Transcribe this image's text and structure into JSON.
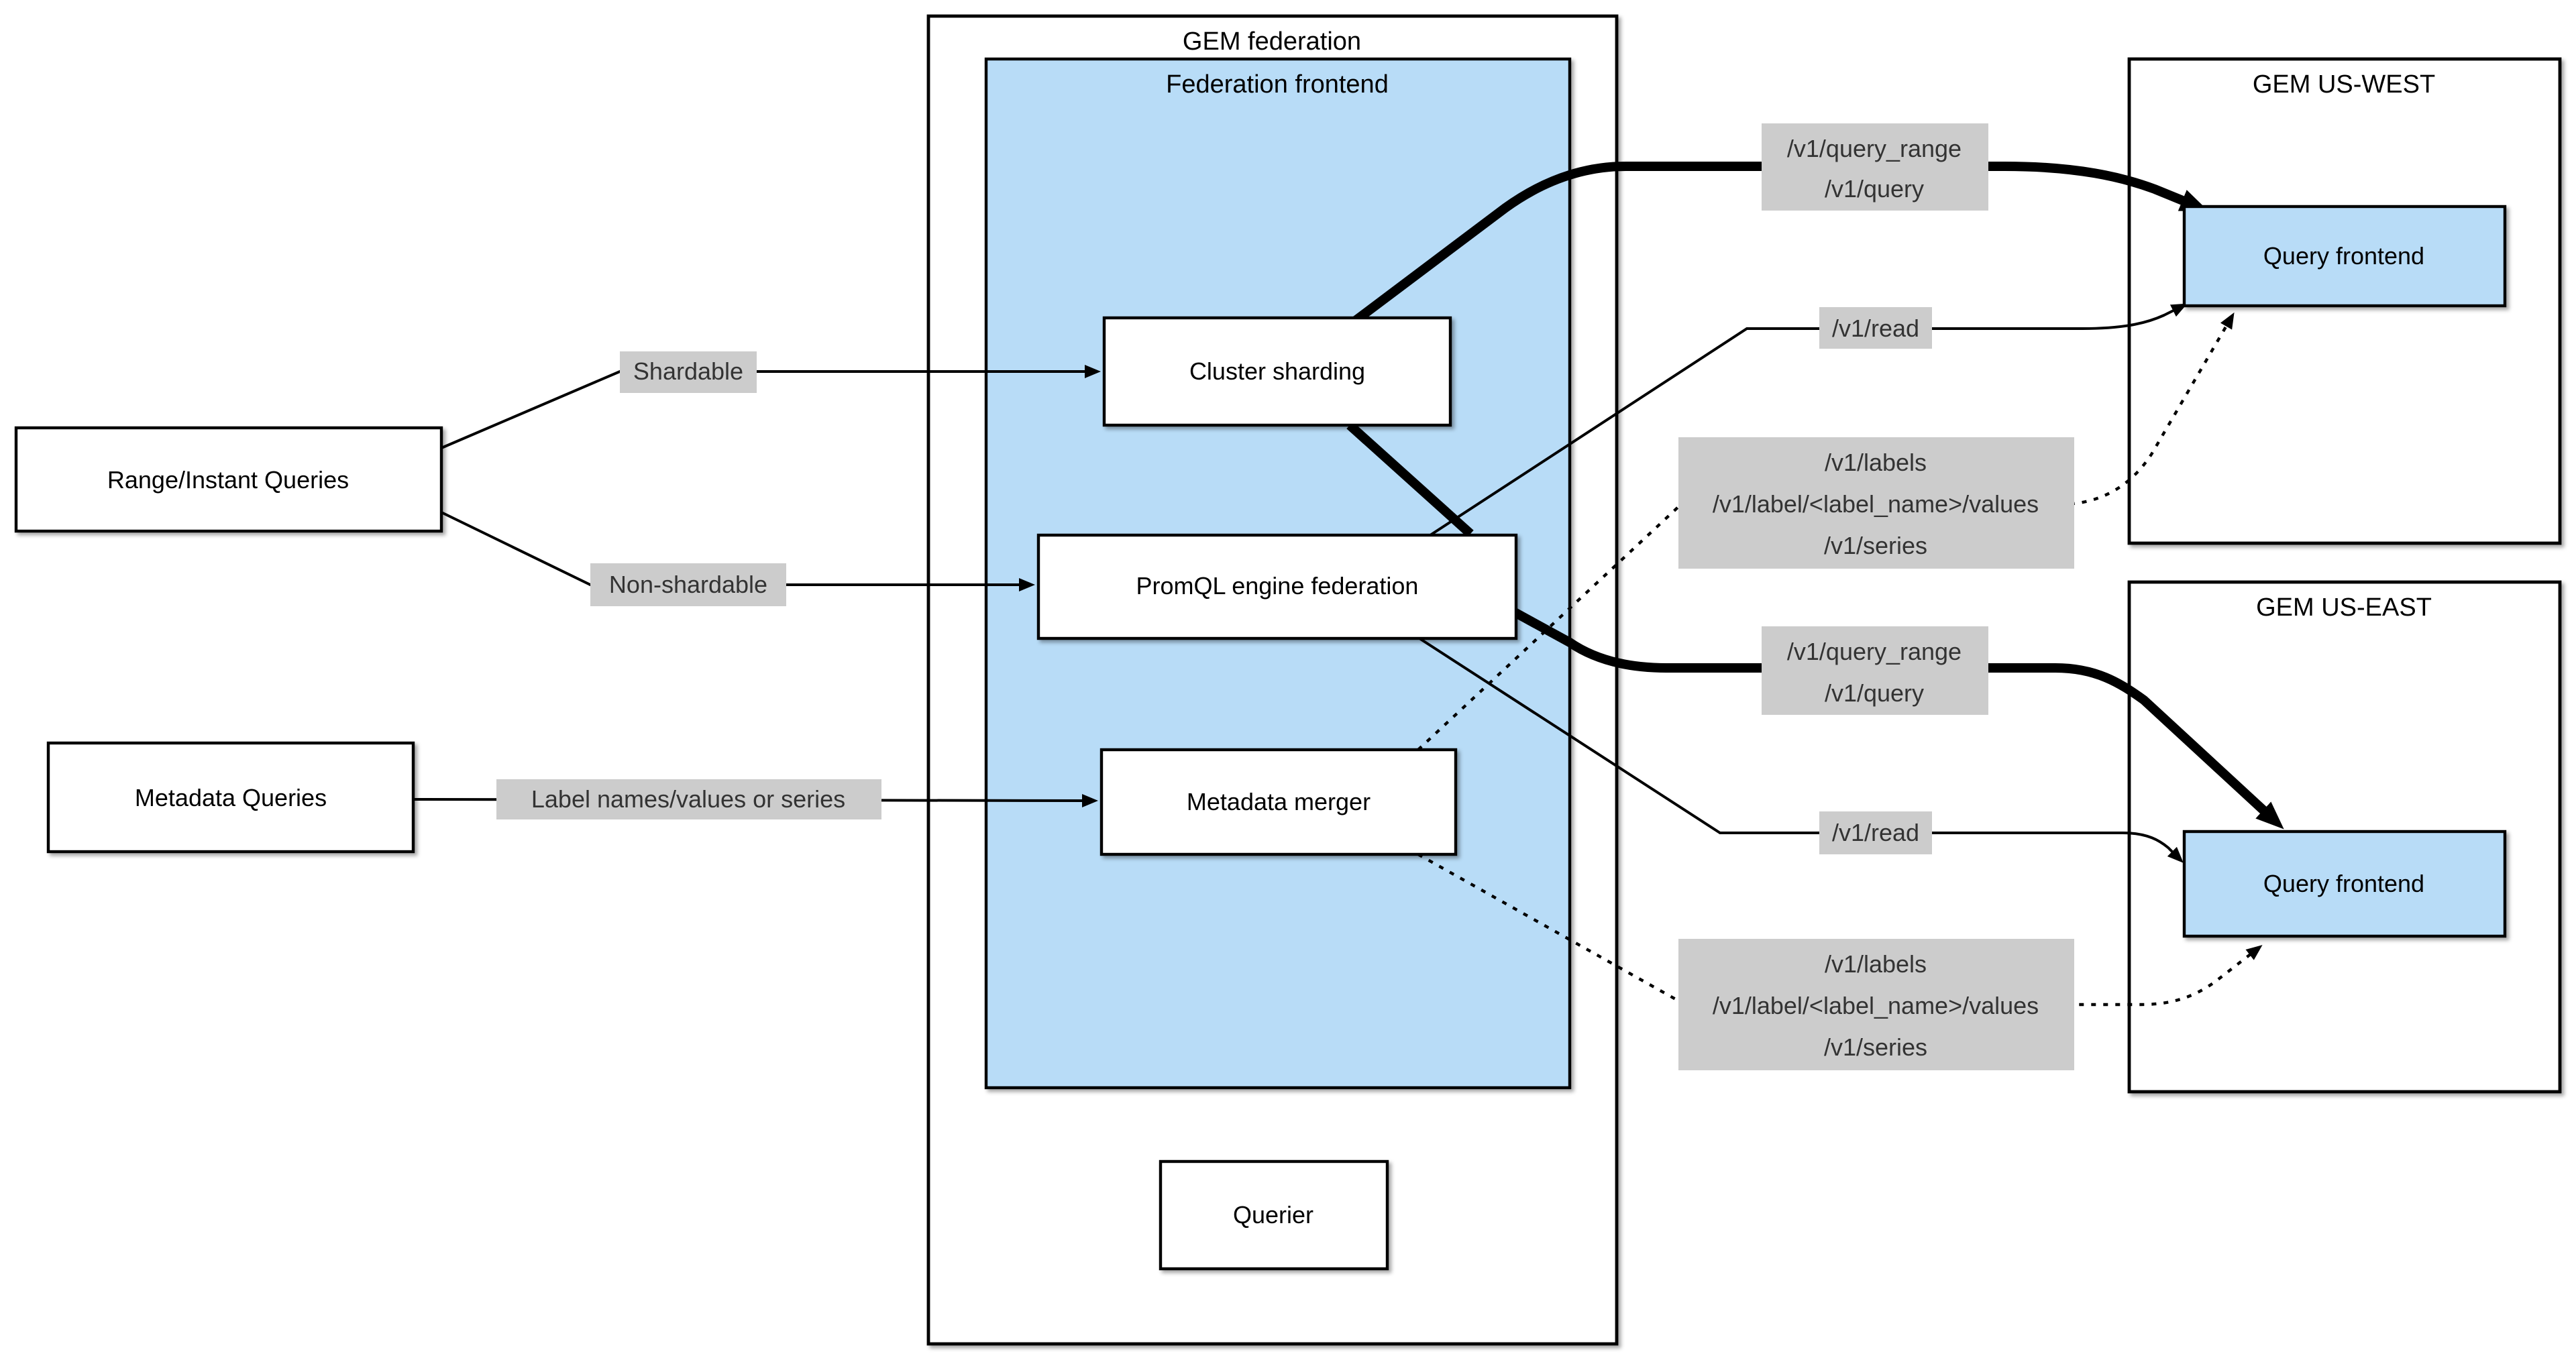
{
  "colors": {
    "node_fill_blue": "#b8dcf7",
    "edge_label_bg_gray": "#cccccc",
    "edge_stroke": "#000000",
    "edge_label_text": "#333333"
  },
  "sources": {
    "range_instant": {
      "label": "Range/Instant Queries"
    },
    "metadata": {
      "label": "Metadata Queries"
    }
  },
  "federation": {
    "title": "GEM federation",
    "frontend": {
      "title": "Federation frontend",
      "nodes": {
        "cluster_sharding": "Cluster sharding",
        "promql_engine": "PromQL engine federation",
        "metadata_merger": "Metadata merger"
      }
    },
    "querier": "Querier"
  },
  "clusters": {
    "us_west": {
      "title": "GEM US-WEST",
      "query_frontend": "Query frontend"
    },
    "us_east": {
      "title": "GEM US-EAST",
      "query_frontend": "Query frontend"
    }
  },
  "edge_labels": {
    "shardable": "Shardable",
    "non_shardable": "Non-shardable",
    "label_names": "Label names/values or series",
    "west_query": {
      "line1": "/v1/query_range",
      "line2": "/v1/query"
    },
    "west_read": "/v1/read",
    "west_labels": {
      "line1": "/v1/labels",
      "line2": "/v1/label/<label_name>/values",
      "line3": "/v1/series"
    },
    "east_query": {
      "line1": "/v1/query_range",
      "line2": "/v1/query"
    },
    "east_read": "/v1/read",
    "east_labels": {
      "line1": "/v1/labels",
      "line2": "/v1/label/<label_name>>/values",
      "line3": "/v1/series"
    }
  }
}
